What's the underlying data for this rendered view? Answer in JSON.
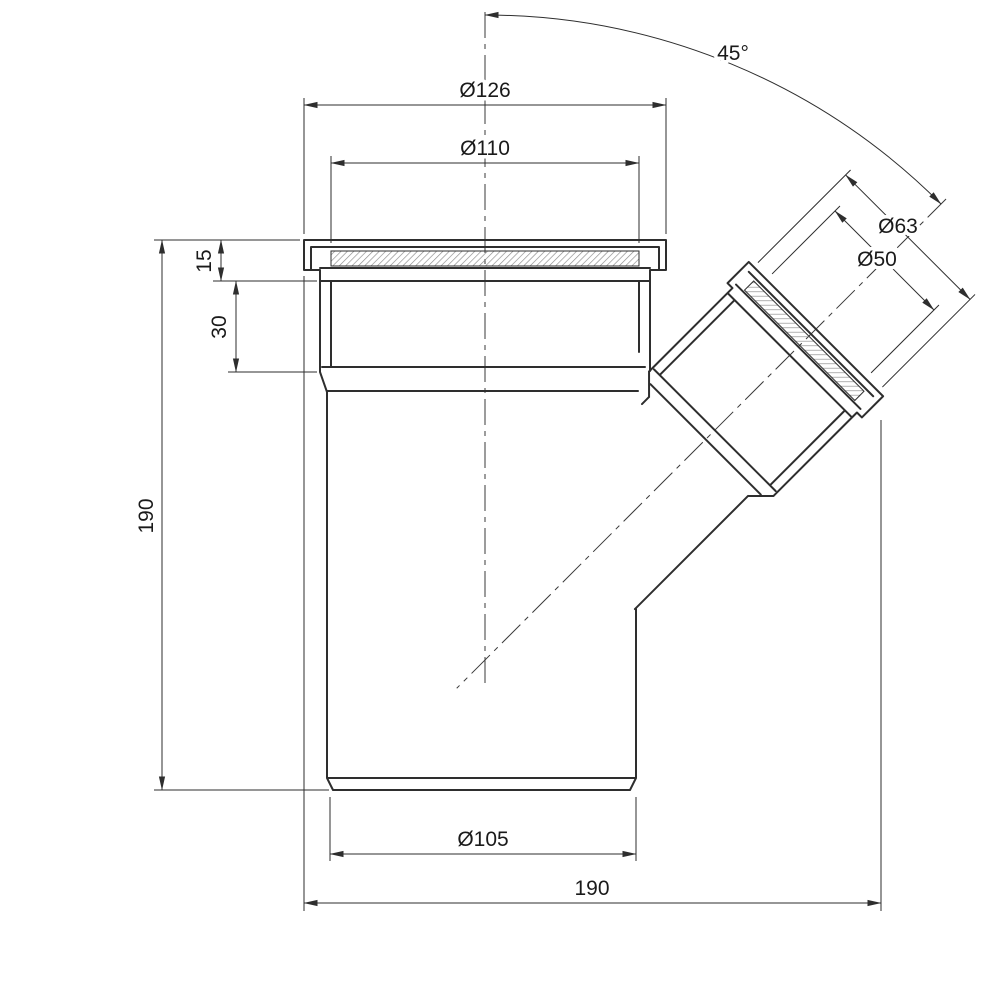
{
  "drawing": {
    "kind": "technical-drawing-45-degree-branch-fitting",
    "labels": {
      "socket_outer_dia": "Ø126",
      "socket_inner_dia": "Ø110",
      "branch_angle": "45°",
      "branch_socket_dia": "Ø63",
      "branch_pipe_dia": "Ø50",
      "rim_height": "15",
      "socket_depth": "30",
      "overall_height": "190",
      "pipe_outer_dia": "Ø105",
      "overall_width": "190"
    },
    "colors": {
      "line": "#2e2e2e",
      "background": "#ffffff",
      "hatch": "#8a8a8a"
    }
  }
}
